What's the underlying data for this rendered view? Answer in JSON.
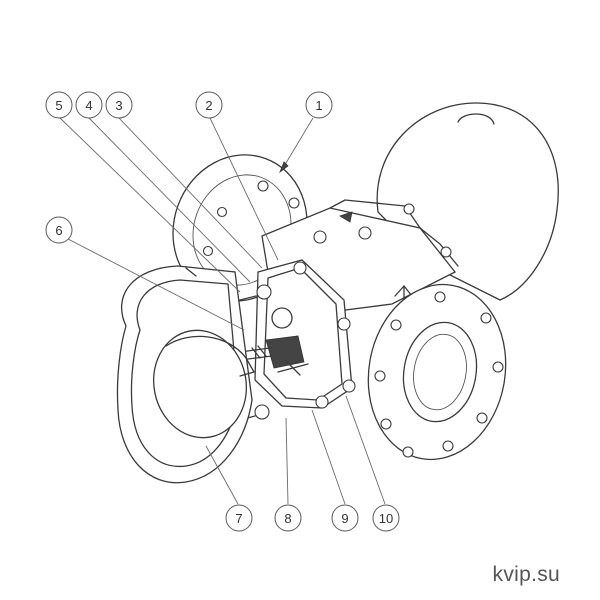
{
  "callouts": [
    "1",
    "2",
    "3",
    "4",
    "5",
    "6",
    "7",
    "8",
    "9",
    "10"
  ],
  "watermark": "kvip.su",
  "colors": {
    "line": "#3a3a3a",
    "bubble_stroke": "#5a5a5a",
    "text": "#333333",
    "background": "#ffffff"
  }
}
